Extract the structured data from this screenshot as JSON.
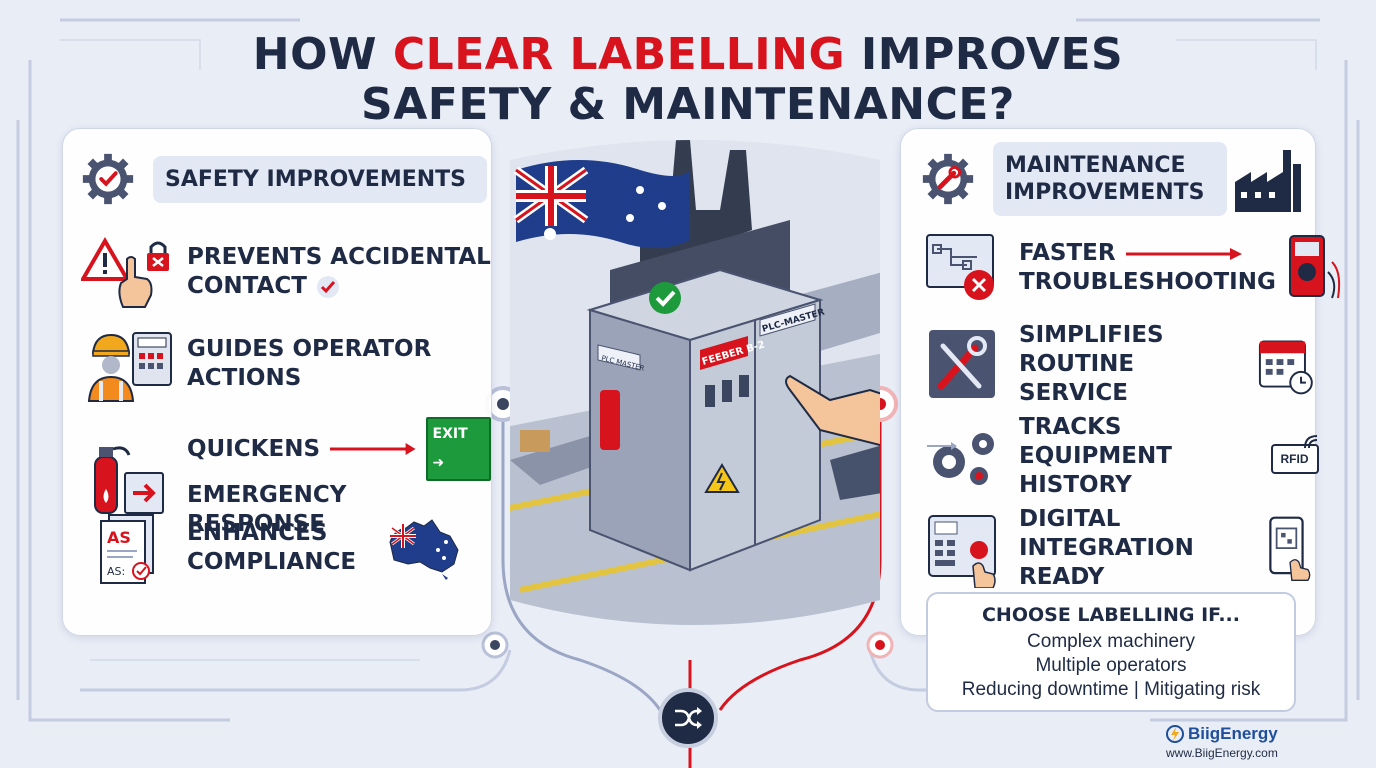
{
  "title": {
    "part1": "HOW ",
    "accent": "CLEAR LABELLING",
    "part2": " IMPROVES",
    "line2": "SAFETY & MAINTENANCE?"
  },
  "safety": {
    "heading": "SAFETY IMPROVEMENTS",
    "items": [
      {
        "line1": "PREVENTS ACCIDENTAL",
        "line2": "CONTACT",
        "icon": "warning-lock-hand-icon"
      },
      {
        "line1": "GUIDES OPERATOR",
        "line2": "ACTIONS",
        "icon": "operator-panel-icon"
      },
      {
        "line1": "QUICKENS",
        "line2": "EMERGENCY RESPONSE",
        "icon": "fire-extinguisher-icon",
        "badge": "EXIT"
      },
      {
        "line1": "ENHANCES",
        "line2": "COMPLIANCE",
        "icon": "standards-document-icon",
        "doc_top": "AS",
        "doc_bottom": "AS:"
      }
    ]
  },
  "maintenance": {
    "heading_line1": "MAINTENANCE",
    "heading_line2": "IMPROVEMENTS",
    "items": [
      {
        "line1": "FASTER",
        "line2": "TROUBLESHOOTING",
        "icon": "diagram-error-icon"
      },
      {
        "line1": "SIMPLIFIES",
        "line2": "ROUTINE SERVICE",
        "icon": "wrench-screwdriver-icon"
      },
      {
        "line1": "TRACKS",
        "line2": "EQUIPMENT HISTORY",
        "icon": "gears-icon",
        "badge": "RFID"
      },
      {
        "line1": "DIGITAL",
        "line2": "INTEGRATION READY",
        "icon": "control-panel-icon"
      }
    ]
  },
  "center": {
    "cabinet_label_left": "FEEBER B-2",
    "cabinet_label_right": "PLC-MASTER",
    "small_label": "PLC MASTER"
  },
  "choose": {
    "title": "CHOOSE LABELLING IF...",
    "lines": [
      "Complex machinery",
      "Multiple operators",
      "Reducing downtime | Mitigating risk"
    ]
  },
  "brand": {
    "name": "BiigEnergy",
    "url": "www.BiigEnergy.com"
  },
  "colors": {
    "accent": "#d7141d",
    "navy": "#1f2a44",
    "green": "#1d9a3c",
    "brand": "#1f4e9c"
  }
}
